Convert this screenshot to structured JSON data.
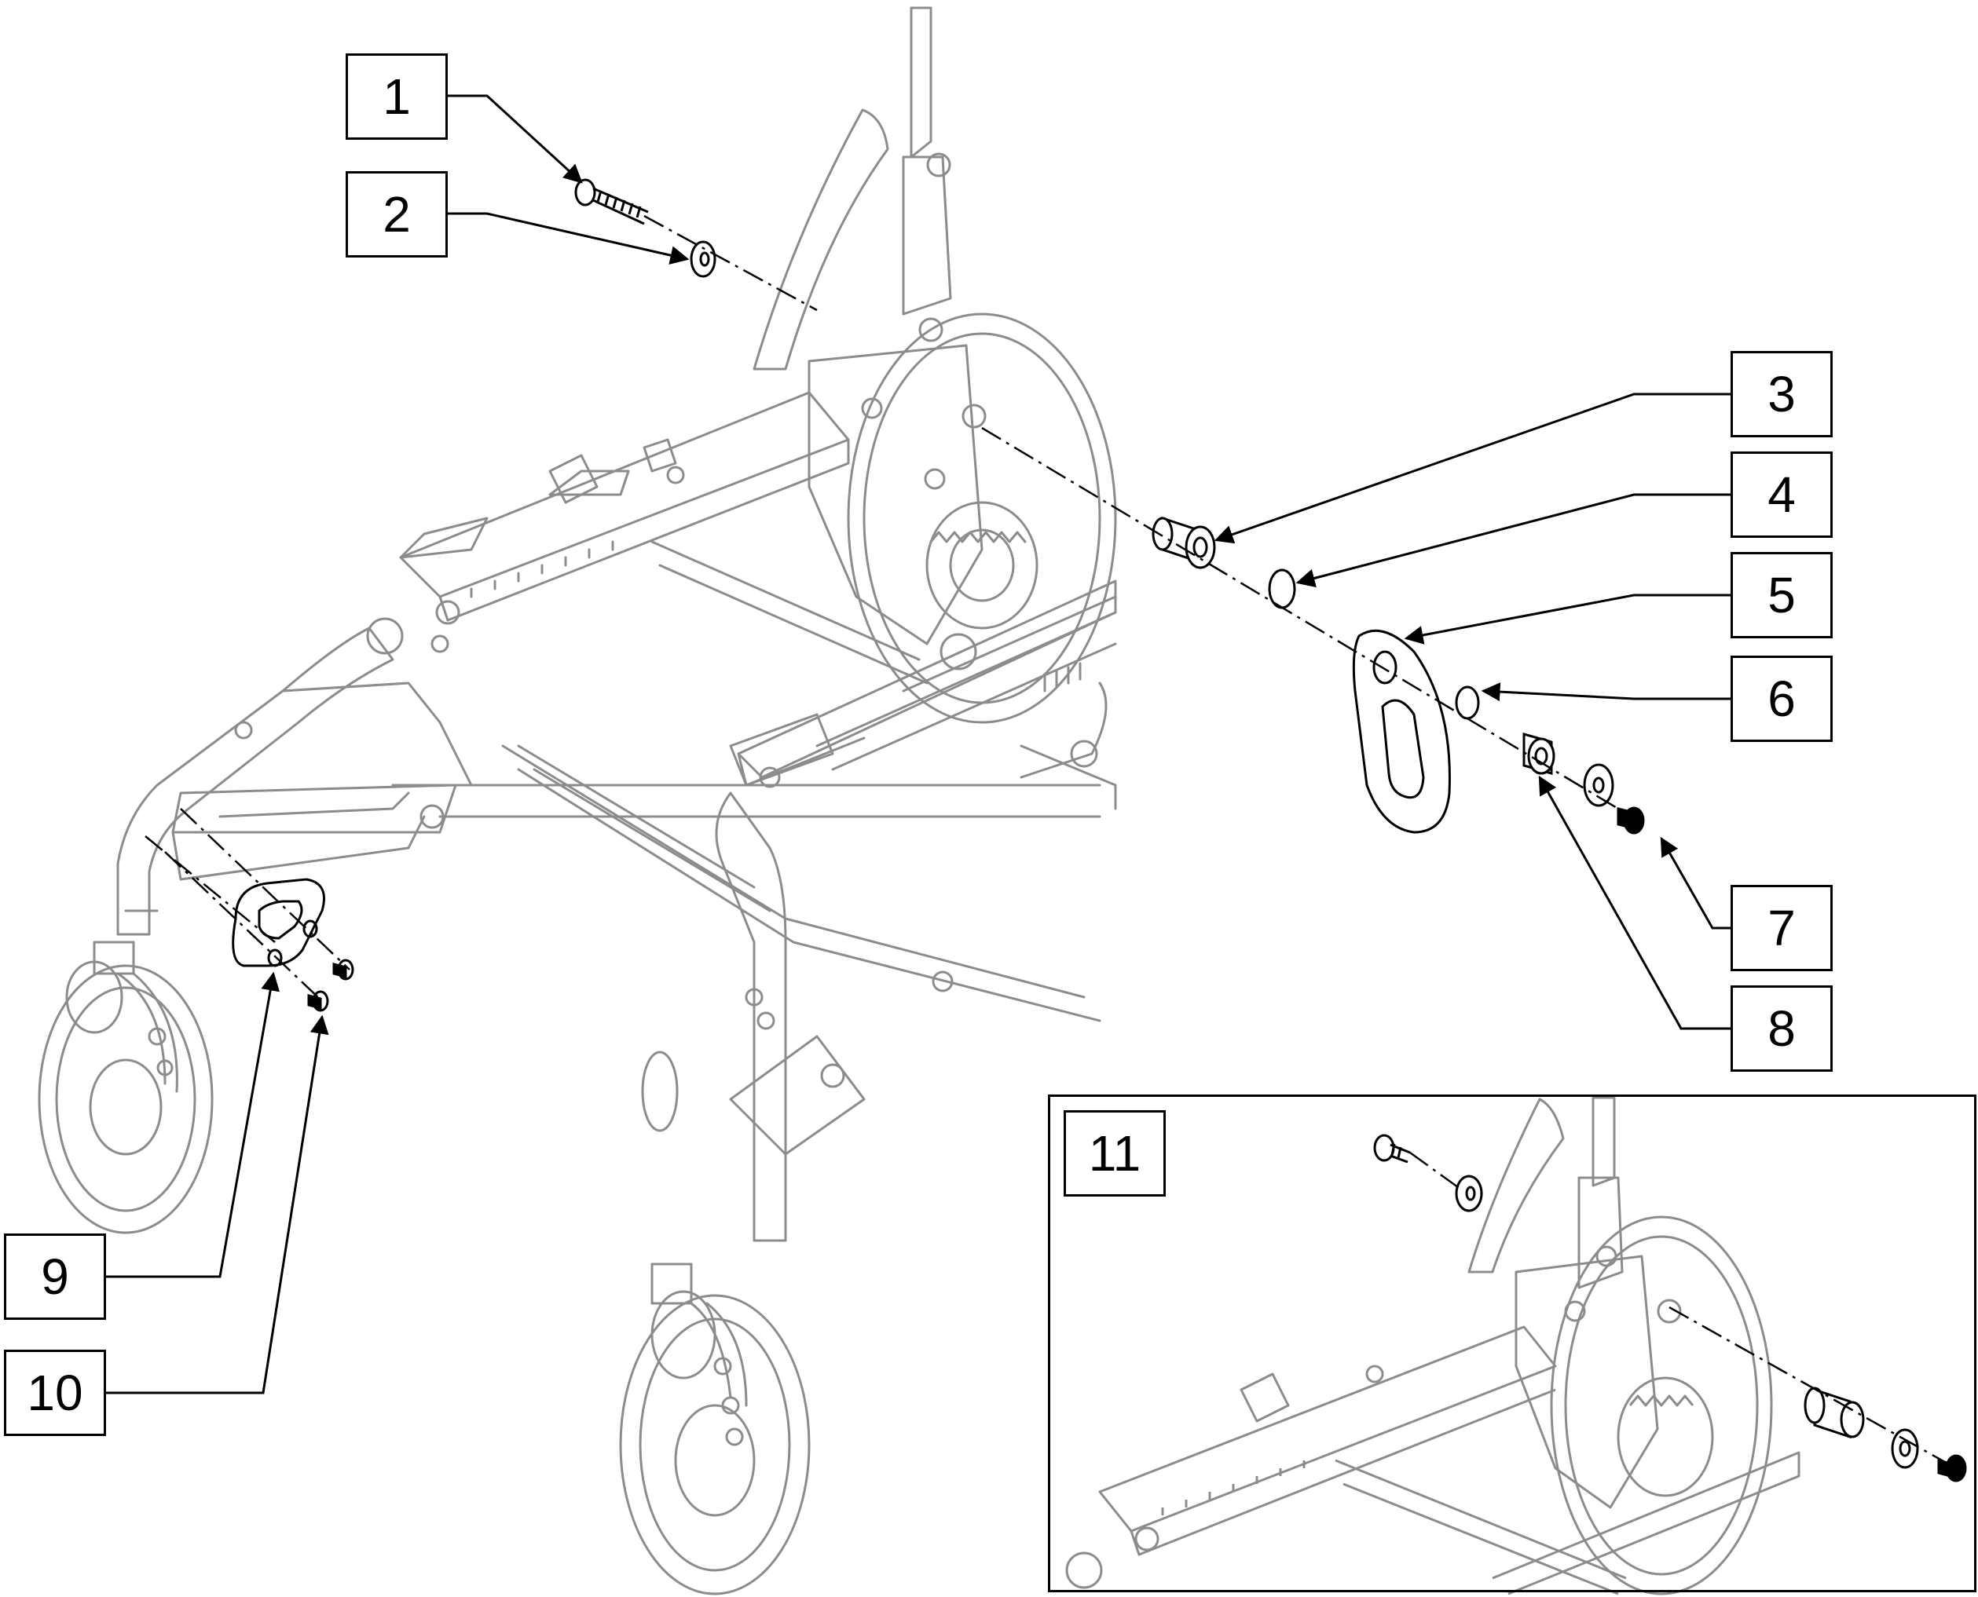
{
  "callouts": [
    {
      "number": "1"
    },
    {
      "number": "2"
    },
    {
      "number": "3"
    },
    {
      "number": "4"
    },
    {
      "number": "5"
    },
    {
      "number": "6"
    },
    {
      "number": "7"
    },
    {
      "number": "8"
    },
    {
      "number": "9"
    },
    {
      "number": "10"
    },
    {
      "number": "11"
    }
  ],
  "colors": {
    "line": "#000000",
    "drawing": "#8c8c8c",
    "background": "#ffffff"
  }
}
